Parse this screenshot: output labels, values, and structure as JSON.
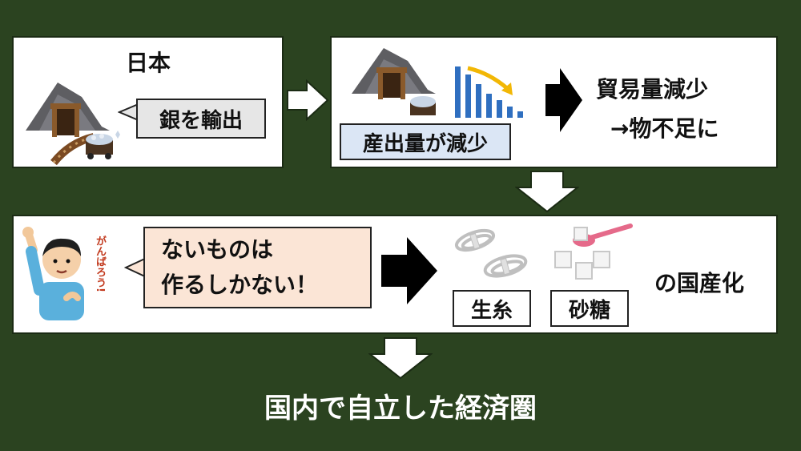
{
  "colors": {
    "background": "#2b4320",
    "panel": "#ffffff",
    "gray_box": "#e6e6e6",
    "blue_box": "#dbe6f5",
    "pink_box": "#fbe5d6",
    "chart_blue": "#2f6fc0",
    "chart_arrow": "#f2b705"
  },
  "panel1": {
    "title": "日本",
    "bubble": "銀を輸出",
    "icon": "silver-mine-icon"
  },
  "panel2": {
    "label": "産出量が減少",
    "result_line1": "貿易量減少",
    "result_line2": "→物不足に",
    "icons": [
      "silver-mine-icon",
      "declining-bar-chart-icon"
    ]
  },
  "panel3": {
    "speech_line1": "ないものは",
    "speech_line2": "作るしかない！",
    "person_caption": "がんばろう!",
    "item1": "生糸",
    "item2": "砂糖",
    "suffix": "の国産化",
    "icons": [
      "cheering-person-icon",
      "raw-silk-skeins-icon",
      "sugar-cubes-icon"
    ]
  },
  "conclusion": "国内で自立した経済圏"
}
